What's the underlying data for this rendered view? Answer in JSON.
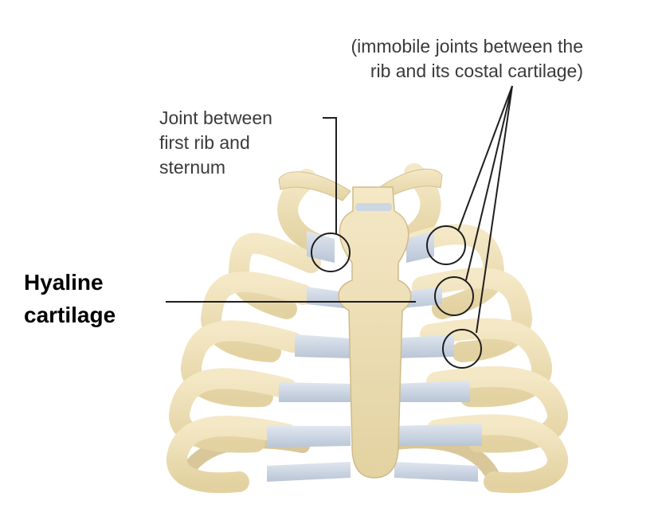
{
  "labels": {
    "costal_joints_line1": "(immobile joints between the",
    "costal_joints_line2": "rib and its costal cartilage)",
    "first_rib_line1": "Joint between",
    "first_rib_line2": "first rib and",
    "first_rib_line3": "sternum",
    "hyaline_line1": "Hyaline",
    "hyaline_line2": "cartilage"
  },
  "colors": {
    "bone": "#eedfb6",
    "bone_shadow": "#c9b786",
    "cartilage": "#c8d2e0",
    "leader": "#222222"
  }
}
